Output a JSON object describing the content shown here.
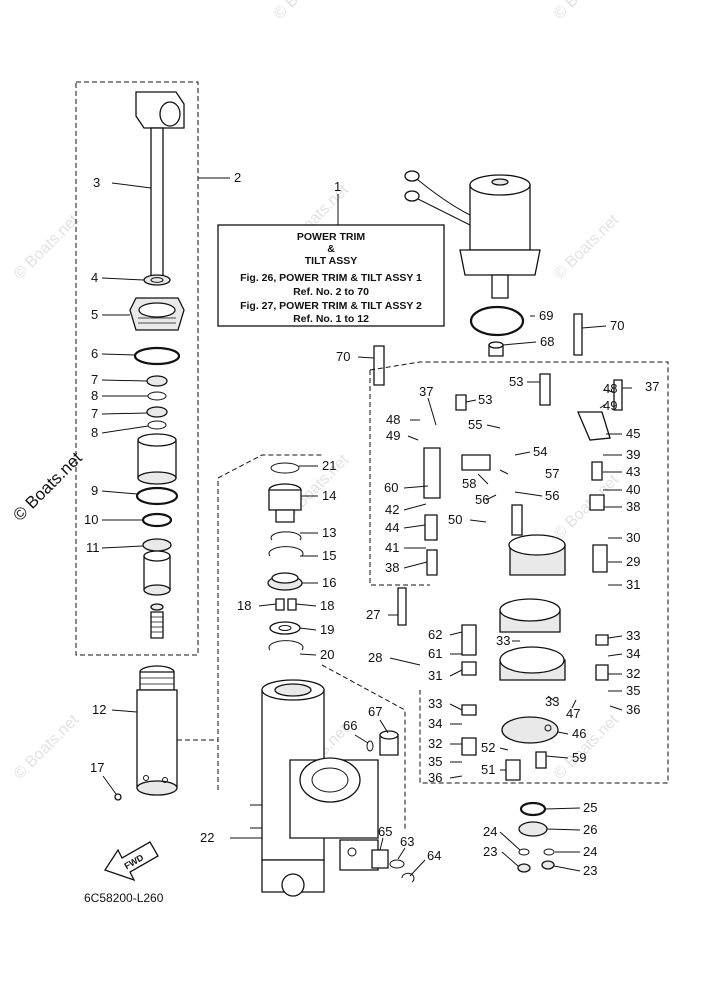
{
  "caption": {
    "title_line1": "POWER TRIM",
    "title_line2": "&",
    "title_line3": "TILT ASSY",
    "fig1": "Fig. 26, POWER TRIM & TILT ASSY 1",
    "ref1": "Ref. No. 2 to 70",
    "fig2": "Fig. 27, POWER TRIM & TILT ASSY 2",
    "ref2": "Ref. No. 1 to 12"
  },
  "drawing_code": "6C58200-L260",
  "fwd_label": "FWD",
  "watermark": "© Boats.net",
  "callouts": [
    "1",
    "2",
    "3",
    "4",
    "5",
    "6",
    "7",
    "8",
    "7",
    "8",
    "9",
    "10",
    "11",
    "12",
    "17",
    "21",
    "14",
    "13",
    "15",
    "16",
    "18",
    "18",
    "19",
    "20",
    "22",
    "66",
    "67",
    "65",
    "63",
    "64",
    "70",
    "69",
    "68",
    "70",
    "37",
    "53",
    "48",
    "49",
    "55",
    "54",
    "57",
    "58",
    "60",
    "56",
    "56",
    "42",
    "44",
    "41",
    "38",
    "50",
    "53",
    "48",
    "37",
    "49",
    "45",
    "39",
    "43",
    "40",
    "38",
    "30",
    "29",
    "31",
    "27",
    "28",
    "62",
    "61",
    "31",
    "33",
    "33",
    "34",
    "32",
    "35",
    "36",
    "33",
    "34",
    "32",
    "35",
    "36",
    "52",
    "51",
    "59",
    "46",
    "47",
    "33",
    "25",
    "24",
    "26",
    "23",
    "24",
    "23"
  ]
}
